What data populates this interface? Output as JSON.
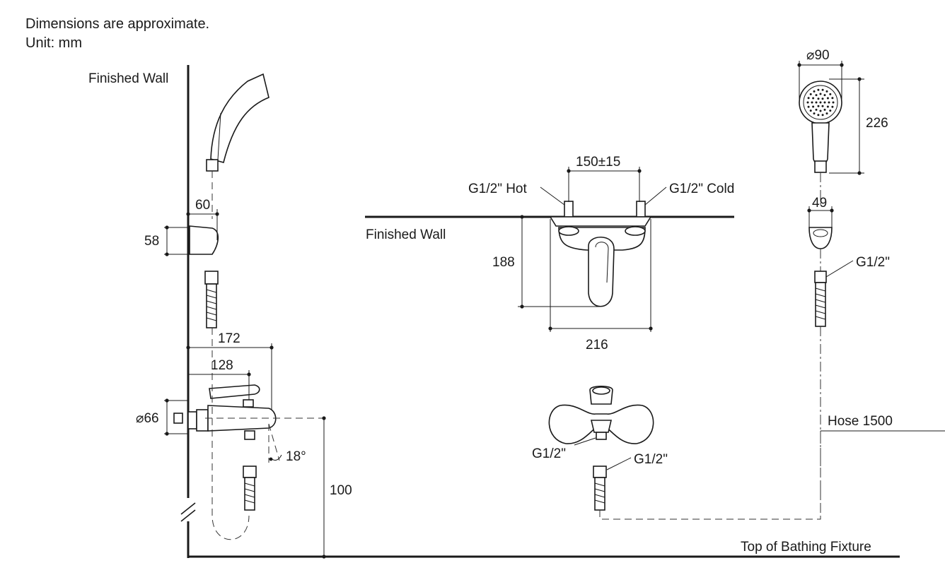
{
  "notes": {
    "line1": "Dimensions are approximate.",
    "line2": "Unit: mm"
  },
  "labels": {
    "finished_wall_side": "Finished Wall",
    "finished_wall_front": "Finished Wall",
    "top_of_bathing_fixture": "Top of Bathing Fixture",
    "hose": "Hose 1500",
    "hot_inlet": "G1/2\" Hot",
    "cold_inlet": "G1/2\" Cold",
    "mixer_outlet": "G1/2\"",
    "hose_connector": "G1/2\"",
    "holder_thread": "G1/2\""
  },
  "dimensions": {
    "holder_depth": "60",
    "holder_height": "58",
    "spout_reach": "172",
    "body_reach": "128",
    "escutcheon_dia": "⌀66",
    "spout_angle": "18°",
    "height_above_fixture": "100",
    "inlet_centres": "150±15",
    "mixer_height": "188",
    "mixer_width": "216",
    "handshower_dia": "⌀90",
    "handshower_length": "226",
    "holder_width": "49"
  }
}
